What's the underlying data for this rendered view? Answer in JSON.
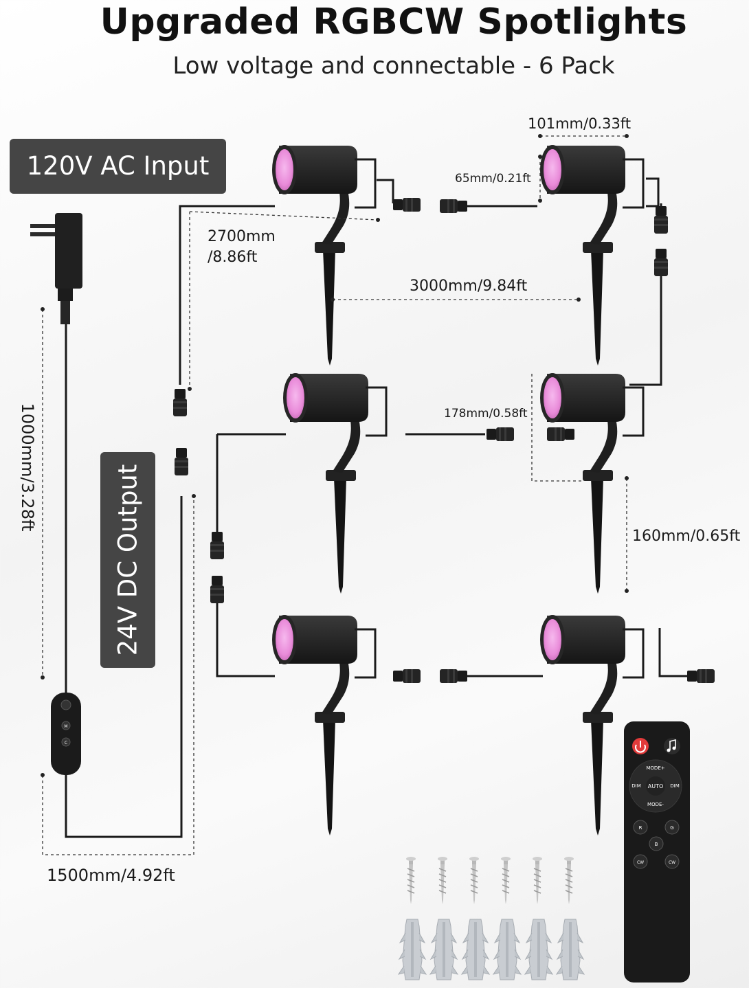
{
  "title": "Upgraded RGBCW Spotlights",
  "subtitle": "Low voltage and connectable - 6 Pack",
  "badges": {
    "ac_input": "120V AC Input",
    "dc_output": "24V DC Output"
  },
  "dimensions": {
    "head_width": "101mm/0.33ft",
    "head_height": "65mm/0.21ft",
    "lead_cable_line1": "2700mm",
    "lead_cable_line2": "/8.86ft",
    "light_spacing": "3000mm/9.84ft",
    "connector_cable": "178mm/0.58ft",
    "stake_length": "160mm/0.65ft",
    "adapter_cable": "1000mm/3.28ft",
    "controller_cable": "1500mm/4.92ft"
  },
  "remote": {
    "buttons": {
      "mode_up": "MODE+",
      "mode_down": "MODE-",
      "dim_left": "DIM",
      "dim_right": "DIM",
      "auto": "AUTO",
      "r": "R",
      "g": "G",
      "b": "B",
      "cw_left": "CW",
      "cw_right": "CW"
    }
  },
  "inline_controller": {
    "buttons": {
      "mode": "M",
      "color": "C"
    }
  },
  "colors": {
    "lens": "#e98bd9",
    "body": "#1d1d1d",
    "badge": "#454545",
    "power_button": "#e23b3b"
  }
}
